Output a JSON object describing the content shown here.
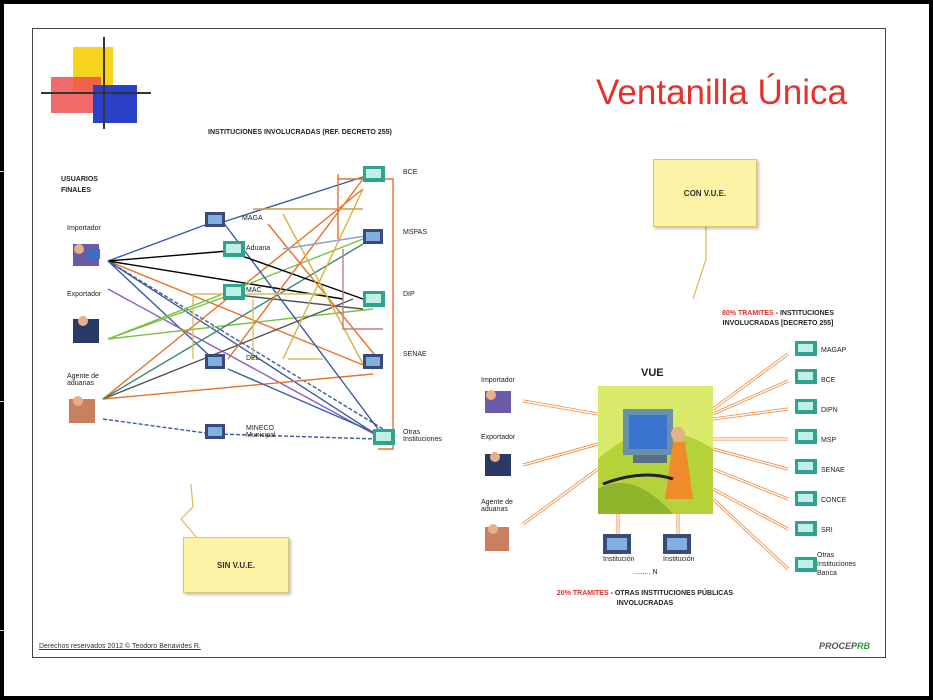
{
  "slide": {
    "title": "Ventanilla Única",
    "footer": "Derechos reservados 2012 © Teodoro Benavides R.",
    "logo": {
      "main": "PROCEP",
      "accent": "RB"
    }
  },
  "sin_vue": {
    "header": "INSTITUCIONES INVOLUCRADAS (REF. DECRETO 255)",
    "users_header": "USUARIOS FINALES",
    "users": [
      "Importador",
      "Exportador",
      "Agente de aduanas"
    ],
    "middle_labels": [
      "MAGA",
      "Aduana",
      "MAC",
      "DEL",
      "MINECO Municipal"
    ],
    "right_labels": [
      "BCE",
      "MSPAS",
      "DIP",
      "SENAE",
      "Otras Instituciones"
    ],
    "note": "SIN V.U.E."
  },
  "con_vue": {
    "note": "CON V.U.E.",
    "top_caption_red": "80% TRAMITES",
    "top_caption_rest": " - INSTITUCIONES INVOLUCRADAS [DECRETO 255]",
    "vue_label": "VUE",
    "users": [
      "Importador",
      "Exportador",
      "Agente de aduanas"
    ],
    "institutions": [
      "MAGAP",
      "BCE",
      "DIPN",
      "MSP",
      "SENAE",
      "CONCE",
      "SRI",
      "Otras Instituciones Banca"
    ],
    "bottom_boxes": [
      "Institución",
      "Institución"
    ],
    "bottom_dots": "......... N",
    "bottom_caption_red": "20% TRAMITES",
    "bottom_caption_rest": " - OTRAS INSTITUCIONES PÚBLICAS INVOLUCRADAS"
  }
}
